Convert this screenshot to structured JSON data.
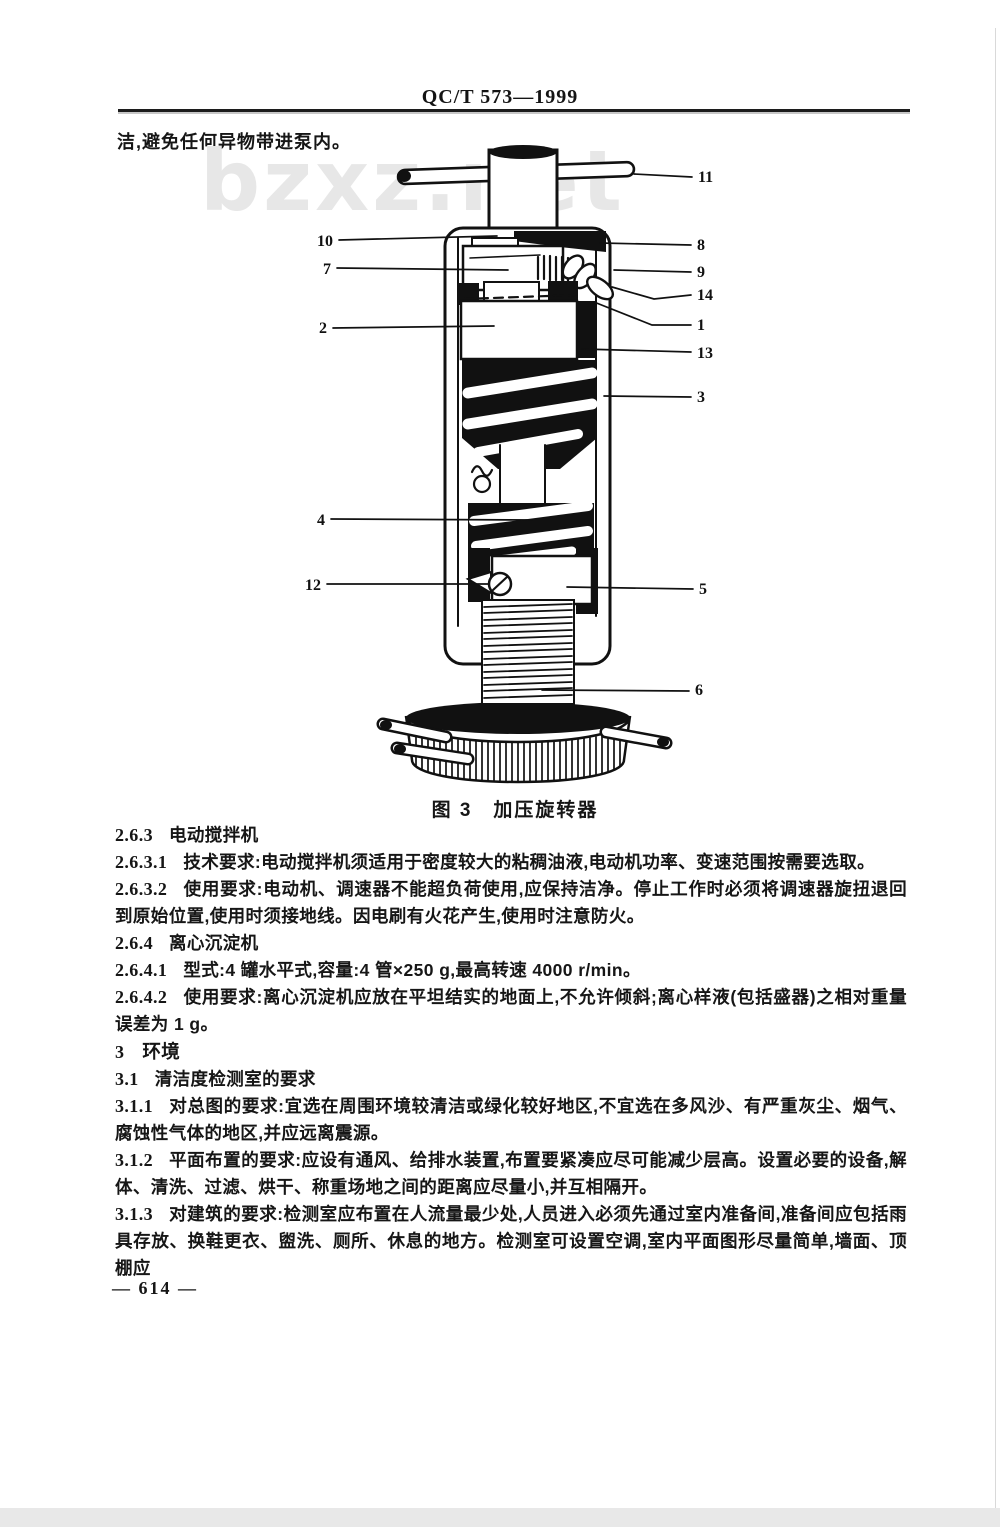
{
  "page": {
    "header_title": "QC/T 573—1999",
    "intro_line": "洁,避免任何异物带进泵内。",
    "watermark": "bzxz.net",
    "page_number": "— 614 —"
  },
  "figure": {
    "caption": "图 3　加压旋转器",
    "callouts": [
      {
        "label": "11"
      },
      {
        "label": "10"
      },
      {
        "label": "7"
      },
      {
        "label": "2"
      },
      {
        "label": "4"
      },
      {
        "label": "12"
      },
      {
        "label": "8"
      },
      {
        "label": "9"
      },
      {
        "label": "14"
      },
      {
        "label": "1"
      },
      {
        "label": "13"
      },
      {
        "label": "3"
      },
      {
        "label": "5"
      },
      {
        "label": "6"
      }
    ]
  },
  "heading": {
    "num": "3",
    "title": "环境"
  },
  "paragraphs": [
    {
      "num": "2.6.3",
      "text": "电动搅拌机"
    },
    {
      "num": "2.6.3.1",
      "text": "技术要求:电动搅拌机须适用于密度较大的粘稠油液,电动机功率、变速范围按需要选取。"
    },
    {
      "num": "2.6.3.2",
      "text": "使用要求:电动机、调速器不能超负荷使用,应保持洁净。停止工作时必须将调速器旋扭退回到原始位置,使用时须接地线。因电刷有火花产生,使用时注意防火。"
    },
    {
      "num": "2.6.4",
      "text": "离心沉淀机"
    },
    {
      "num": "2.6.4.1",
      "text": "型式:4 罐水平式,容量:4 管×250 g,最高转速 4000 r/min。"
    },
    {
      "num": "2.6.4.2",
      "text": "使用要求:离心沉淀机应放在平坦结实的地面上,不允许倾斜;离心样液(包括盛器)之相对重量误差为 1 g。"
    },
    {
      "num": "3.1",
      "text": "清洁度检测室的要求"
    },
    {
      "num": "3.1.1",
      "text": "对总图的要求:宜选在周围环境较清洁或绿化较好地区,不宜选在多风沙、有严重灰尘、烟气、腐蚀性气体的地区,并应远离震源。"
    },
    {
      "num": "3.1.2",
      "text": "平面布置的要求:应设有通风、给排水装置,布置要紧凑应尽可能减少层高。设置必要的设备,解体、清洗、过滤、烘干、称重场地之间的距离应尽量小,并互相隔开。"
    },
    {
      "num": "3.1.3",
      "text": "对建筑的要求:检测室应布置在人流量最少处,人员进入必须先通过室内准备间,准备间应包括雨具存放、换鞋更衣、盥洗、厕所、休息的地方。检测室可设置空调,室内平面图形尽量简单,墙面、顶棚应"
    }
  ]
}
